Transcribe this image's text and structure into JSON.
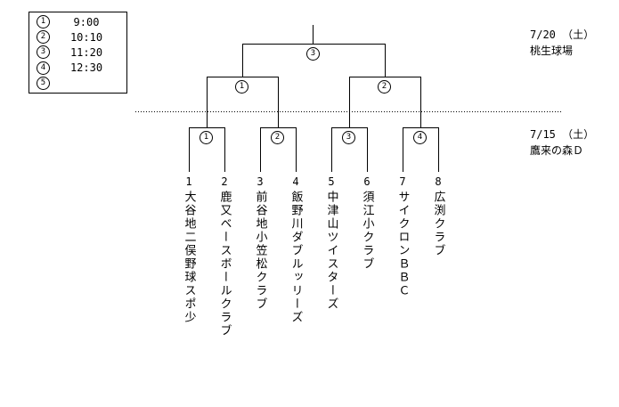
{
  "page": {
    "background_color": "#ffffff",
    "line_color": "#000000",
    "text_color": "#000000"
  },
  "schedule": {
    "rows": [
      {
        "no": "1",
        "time": "9:00"
      },
      {
        "no": "2",
        "time": "10:10"
      },
      {
        "no": "3",
        "time": "11:20"
      },
      {
        "no": "4",
        "time": "12:30"
      },
      {
        "no": "5",
        "time": ""
      }
    ]
  },
  "sessions": [
    {
      "date": "7/20 （土）",
      "venue": "桃生球場"
    },
    {
      "date": "7/15 （土）",
      "venue": "鷹来の森Ｄ"
    }
  ],
  "bracket": {
    "final_label": "3",
    "semifinal_labels": [
      "1",
      "2"
    ],
    "first_round_labels": [
      "1",
      "2",
      "3",
      "4"
    ],
    "teams": [
      {
        "seed": "1",
        "name": "大谷地二俣野球スポ少"
      },
      {
        "seed": "2",
        "name": "鹿又ベースボールクラブ"
      },
      {
        "seed": "3",
        "name": "前谷地小笠松クラブ"
      },
      {
        "seed": "4",
        "name": "飯野川ダブルッリーズ"
      },
      {
        "seed": "5",
        "name": "中津山ツイスターズ"
      },
      {
        "seed": "6",
        "name": "須江小クラブ"
      },
      {
        "seed": "7",
        "name": "サイクロンＢＢＣ"
      },
      {
        "seed": "8",
        "name": "広渕クラブ"
      }
    ]
  }
}
